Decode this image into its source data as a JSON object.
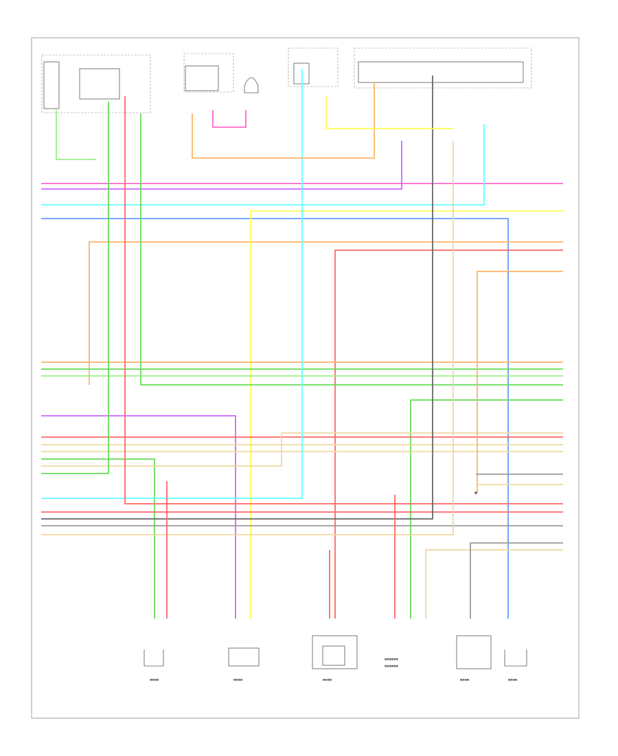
{
  "diagram": {
    "colors": {
      "pink": "#ff66cc",
      "violet": "#cc66ff",
      "cyan": "#66ffff",
      "blue": "#6699ff",
      "orange": "#ffb366",
      "red": "#ff6666",
      "green": "#66dd55",
      "yellow": "#ffff55",
      "tan": "#f0d8a0",
      "lightgreen": "#99ee88",
      "darkgray": "#666666",
      "gray": "#999999"
    },
    "bottom_components": [
      {
        "id": "c1",
        "icon": "sensor-icon"
      },
      {
        "id": "c2",
        "icon": "switch-icon"
      },
      {
        "id": "c3",
        "icon": "sensor-icon"
      },
      {
        "id": "c4",
        "icon": "sensor-icon"
      },
      {
        "id": "c5",
        "icon": "sensor-icon"
      },
      {
        "id": "c6",
        "icon": "sensor-icon"
      }
    ],
    "top_components": [
      {
        "id": "t1",
        "icon": "relay-icon"
      },
      {
        "id": "t2",
        "icon": "switch-icon"
      },
      {
        "id": "t3",
        "icon": "relay-icon"
      },
      {
        "id": "t4",
        "icon": "fuse-icon"
      },
      {
        "id": "t5",
        "icon": "connector-icon"
      },
      {
        "id": "t6",
        "icon": "connector-icon"
      }
    ]
  }
}
